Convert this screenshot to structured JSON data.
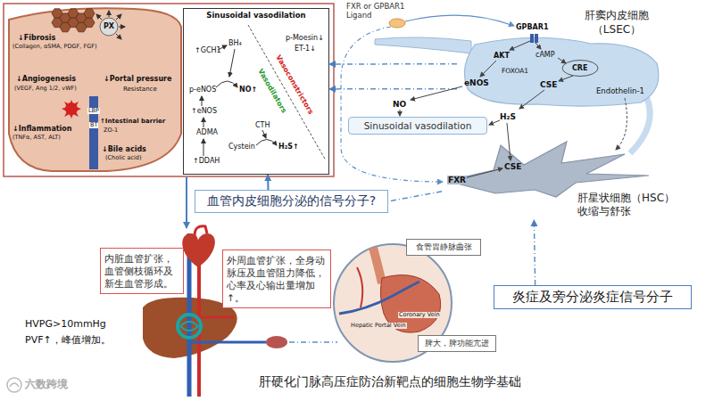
{
  "diagram": {
    "caption": "肝硬化门脉高压症防治新靶点的细胞生物学基础",
    "nodes": [
      {
        "text": [
          "Sinusoidal vasodilation"
        ]
      },
      {
        "text": [
          "肝窦内皮细胞（LSEC）"
        ]
      },
      {
        "text": [
          "Sinusoidal vasodilation"
        ]
      },
      {
        "text": [
          "肝星状细胞（HSC） 收缩与舒张"
        ]
      },
      {
        "text": [
          "血管内皮细胞分泌的信号分子?"
        ]
      },
      {
        "text": [
          "炎症及旁分泌炎症信号分子"
        ]
      },
      {
        "text": [
          "内脏血管扩张，血管侧枝循环及新生血管形成。"
        ]
      },
      {
        "text": [
          "外周血管扩张，全身动脉压及血管阻力降低，心率及心输出量增加 ↑。"
        ]
      },
      {
        "text": [
          "食管胃静脉曲张"
        ]
      },
      {
        "text": [
          "脾大，脾功能亢进"
        ]
      }
    ],
    "edges": [
      {
        "from": 1,
        "to": 0,
        "arrow": "to"
      },
      {
        "from": 1,
        "to": 0,
        "arrow": "to"
      },
      {
        "from": 4,
        "to": 0,
        "arrow": "to"
      },
      {
        "from": 3,
        "to": 4,
        "arrow": "none"
      },
      {
        "from": 5,
        "to": 3,
        "arrow": "to"
      }
    ],
    "labels": [
      "FXR or GPBAR1 Ligand",
      "PX",
      "↓Fibrosis",
      "(Collagen, αSMA, PDGF, FGF)",
      "↓Angiogenesis",
      "(VEGF, Ang 1/2, vWF)",
      "↓Portal pressure",
      "Resistance",
      "LBP",
      "BT",
      "↓Inflammation",
      "(TNFα, AST, ALT)",
      "↑Intestinal barrier",
      "ZO-1",
      "↓Bile acids",
      "(Cholic acid)",
      "↑GCH1",
      "BH₄",
      "p-eNOS",
      "NO↑",
      "↑eNOS",
      "ADMA",
      "↑DDAH",
      "CTH",
      "Cystein",
      "H₂S↑",
      "p-Moesin↓",
      "ET-1↓",
      "Vasoconstrictors",
      "Vasodilators",
      "GPBAR1",
      "AKT",
      "cAMP",
      "CRE",
      "FOXOA1",
      "eNOS",
      "CSE",
      "Endothelin-1",
      "NO",
      "H₂S",
      "CSE",
      "FXR",
      "HVPG>10mmHg",
      "PVF↑，峰值增加。",
      "Coronary Vein",
      "Hepatic Portal Vein",
      "六数跨境"
    ]
  }
}
